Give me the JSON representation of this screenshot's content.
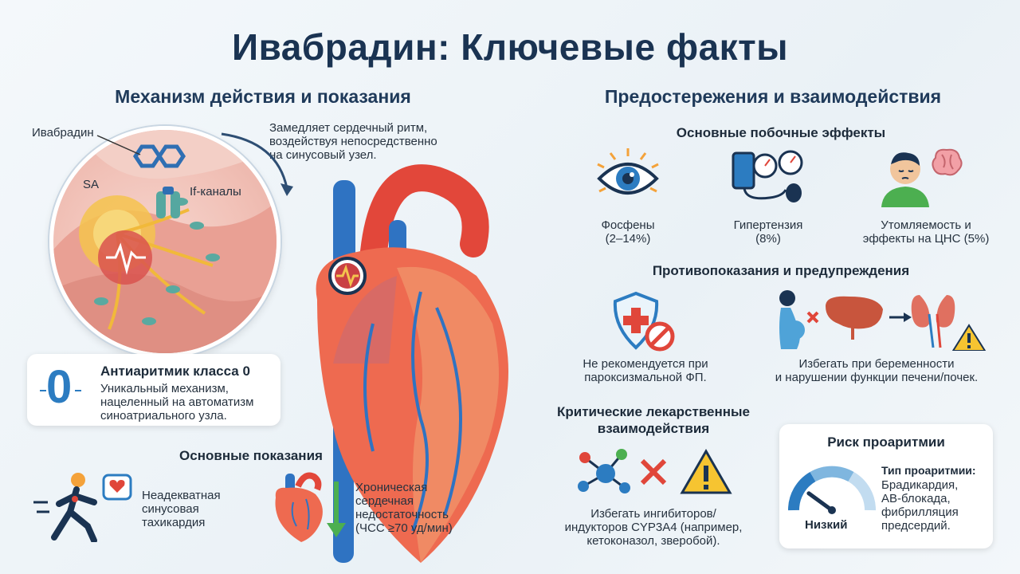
{
  "title": "Ивабрадин: Ключевые факты",
  "left": {
    "heading": "Механизм действия и показания",
    "label_drug": "Ивабрадин",
    "label_sa": "SA",
    "label_if": "If-каналы",
    "callout": [
      "Замедляет сердечный ритм,",
      "воздействуя непосредственно",
      "на синусовый узел."
    ],
    "class_card": {
      "digit": "0",
      "title": "Антиаритмик класса 0",
      "lines": [
        "Уникальный механизм,",
        "нацеленный на автоматизм",
        "синоатриального узла."
      ]
    },
    "indications": {
      "heading": "Основные показания",
      "item1": [
        "Неадекватная",
        "синусовая",
        "тахикардия"
      ],
      "item2": [
        "Хроническая",
        "сердечная",
        "недостаточность",
        "(ЧСС ≥70 уд/мин)"
      ]
    }
  },
  "right": {
    "heading": "Предостережения и взаимодействия",
    "side_effects": {
      "heading": "Основные побочные эффекты",
      "items": [
        {
          "lines": [
            "Фосфены",
            "(2–14%)"
          ]
        },
        {
          "lines": [
            "Гипертензия",
            "(8%)"
          ]
        },
        {
          "lines": [
            "Утомляемость и",
            "эффекты на ЦНС (5%)"
          ]
        }
      ]
    },
    "contra": {
      "heading": "Противопоказания и предупреждения",
      "item1": [
        "Не рекомендуется при",
        "пароксизмальной ФП."
      ],
      "item2": [
        "Избегать при беременности",
        "и нарушении функции печени/почек."
      ]
    },
    "interactions": {
      "heading": [
        "Критические лекарственные",
        "взаимодействия"
      ],
      "lines": [
        "Избегать ингибиторов/",
        "индукторов CYP3A4 (например,",
        "кетоконазол, зверобой)."
      ]
    },
    "risk": {
      "heading": "Риск проаритмии",
      "level": "Низкий",
      "level_fraction": 0.2,
      "type_heading": "Тип проаритмии:",
      "type_lines": [
        "Брадикардия,",
        "АВ-блокада,",
        "фибрилляция",
        "предсердий."
      ]
    }
  },
  "colors": {
    "navy": "#1a3352",
    "accent_blue": "#2c7cc1",
    "red": "#e0463a",
    "green": "#4caf50",
    "warn_yellow": "#f6c431"
  }
}
